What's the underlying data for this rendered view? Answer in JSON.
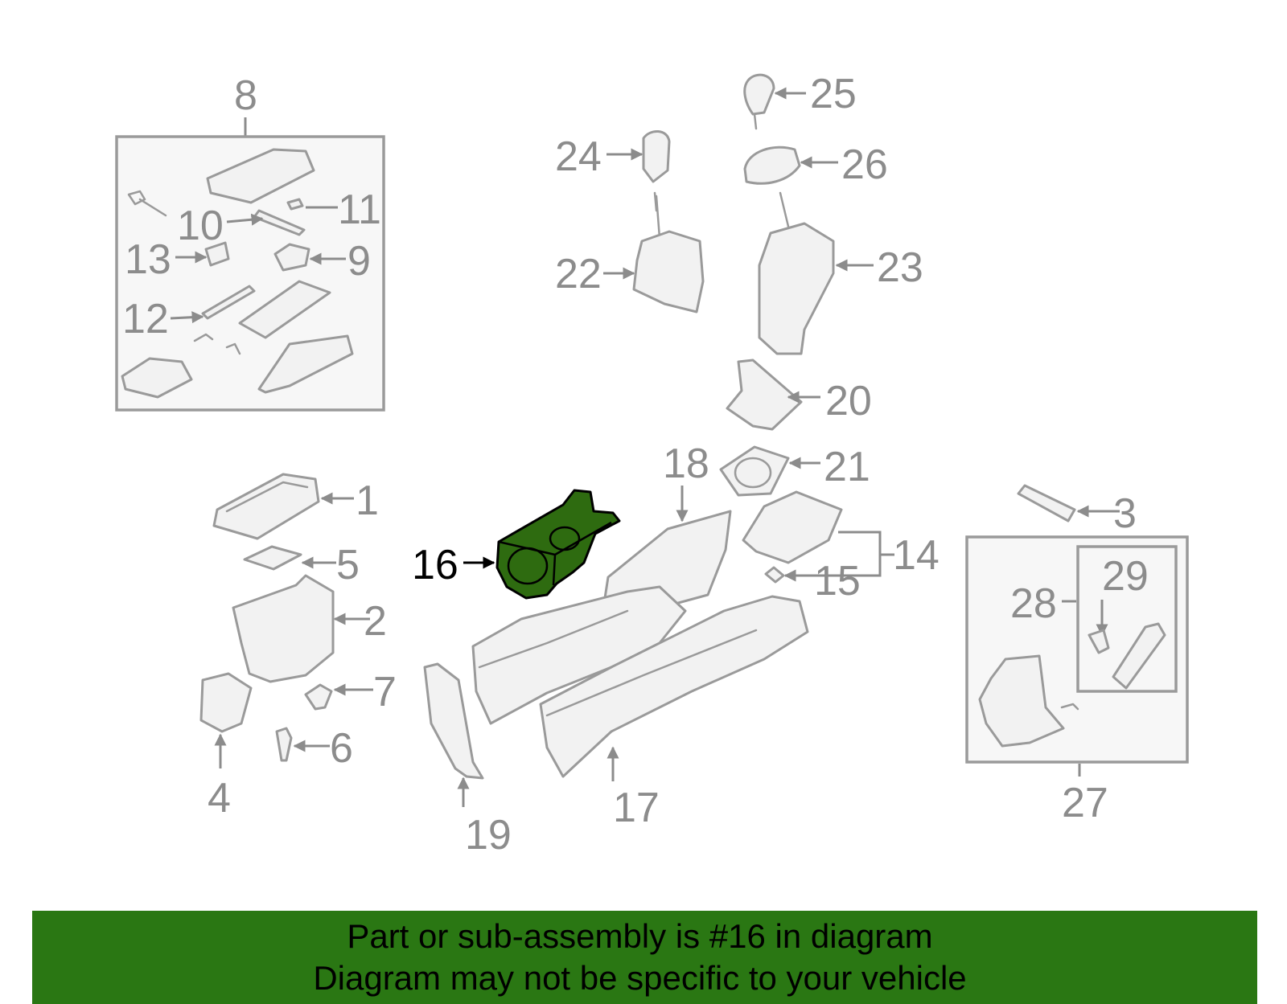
{
  "callouts": {
    "c1": "1",
    "c2": "2",
    "c3": "3",
    "c4": "4",
    "c5": "5",
    "c6": "6",
    "c7": "7",
    "c8": "8",
    "c9": "9",
    "c10": "10",
    "c11": "11",
    "c12": "12",
    "c13": "13",
    "c14": "14",
    "c15": "15",
    "c16": "16",
    "c17": "17",
    "c18": "18",
    "c19": "19",
    "c20": "20",
    "c21": "21",
    "c22": "22",
    "c23": "23",
    "c24": "24",
    "c25": "25",
    "c26": "26",
    "c27": "27",
    "c28": "28",
    "c29": "29"
  },
  "highlighted_part": "16",
  "colors": {
    "highlight": "#2e6b10",
    "banner": "#2a7713",
    "line": "#9a9a9a"
  },
  "footer": {
    "line1": "Part or sub-assembly is #16 in diagram",
    "line2": "Diagram may not be specific to your vehicle"
  }
}
